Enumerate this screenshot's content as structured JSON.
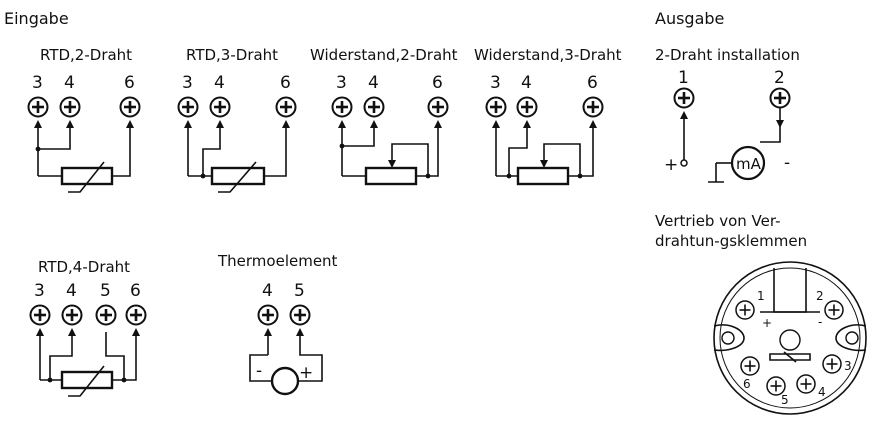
{
  "colors": {
    "line": "#111111",
    "background": "#ffffff",
    "terminal_fill": "#ffffff"
  },
  "input": {
    "heading": "Eingabe",
    "rtd2": {
      "title": "RTD,2-Draht",
      "terminals": [
        "3",
        "4",
        "6"
      ]
    },
    "rtd3": {
      "title": "RTD,3-Draht",
      "terminals": [
        "3",
        "4",
        "6"
      ]
    },
    "res2": {
      "title": "Widerstand,2-Draht",
      "terminals": [
        "3",
        "4",
        "6"
      ]
    },
    "res3": {
      "title": "Widerstand,3-Draht",
      "terminals": [
        "3",
        "4",
        "6"
      ]
    },
    "rtd4": {
      "title": "RTD,4-Draht",
      "terminals": [
        "3",
        "4",
        "5",
        "6"
      ]
    },
    "thermo": {
      "title": "Thermoelement",
      "terminals": [
        "4",
        "5"
      ],
      "minus": "-",
      "plus": "+"
    }
  },
  "output": {
    "heading": "Ausgabe",
    "two_wire": {
      "title": "2-Draht installation",
      "terminals": [
        "1",
        "2"
      ],
      "plus": "+",
      "minus": "-",
      "meter": "mA"
    }
  },
  "terminal_layout": {
    "title_line1": "Vertrieb von Ver-",
    "title_line2": "drahtun-gsklemmen",
    "labels": [
      "1",
      "2",
      "3",
      "4",
      "5",
      "6"
    ],
    "plus": "+",
    "minus": "-"
  },
  "icons": [
    "screw-terminal-icon",
    "rtd-resistor-icon",
    "potentiometer-icon",
    "thermocouple-icon",
    "ammeter-icon",
    "ground-icon"
  ]
}
